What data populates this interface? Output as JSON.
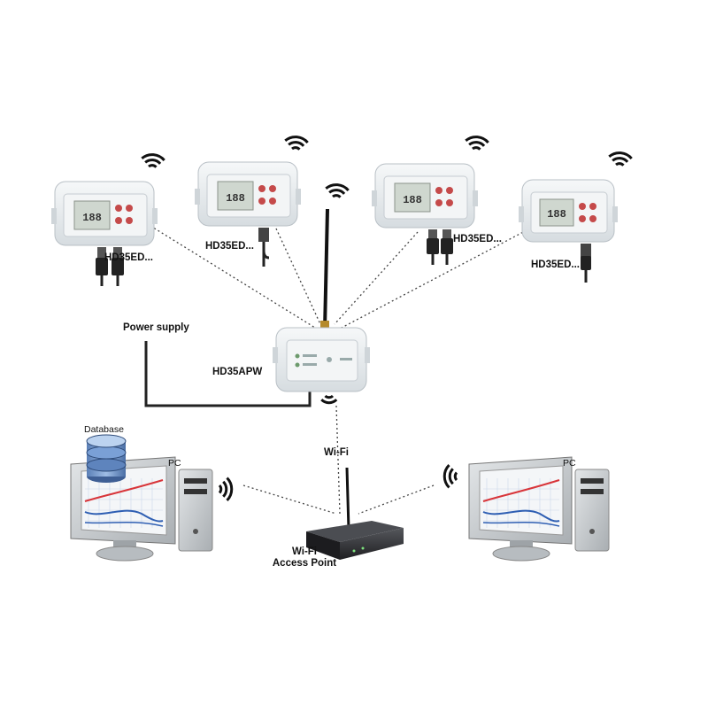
{
  "labels": {
    "logger_1": "HD35ED...",
    "logger_2": "HD35ED...",
    "logger_3": "HD35ED...",
    "logger_4": "HD35ED...",
    "gateway": "HD35APW",
    "power_supply": "Power supply",
    "database": "Database",
    "pc_left": "PC",
    "pc_right": "PC",
    "wifi": "Wi-Fi",
    "access_point_line1": "Wi-Fi",
    "access_point_line2": "Access Point"
  },
  "colors": {
    "device_body": "#e9edf0",
    "device_shadow": "#b9c0c6",
    "lcd": "#cfd7cf",
    "monitor": "#cfd3d6",
    "router": "#2b2b2e",
    "link_line": "#444444",
    "chart_red": "#d8353a",
    "chart_blue": "#2f5fb3"
  }
}
